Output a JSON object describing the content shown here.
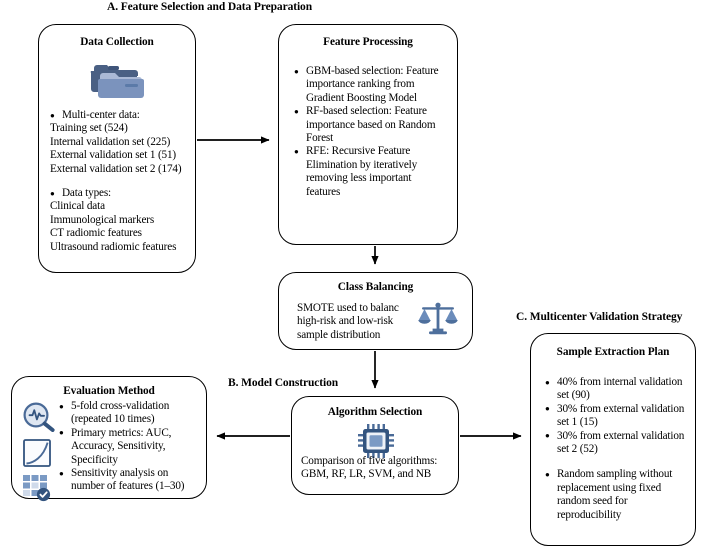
{
  "sections": {
    "a": "A. Feature Selection and Data Preparation",
    "b": "B. Model Construction",
    "c": "C. Multicenter Validation Strategy"
  },
  "data_collection": {
    "title": "Data Collection",
    "icon": "folders-icon",
    "bullet1": "Multi-center data:",
    "lines1": [
      "Training set (524)",
      "Internal validation set (225)",
      "External validation set 1 (51)",
      "External validation set 2 (174)"
    ],
    "bullet2": "Data types:",
    "lines2": [
      "Clinical data",
      "Immunological markers",
      "CT radiomic features",
      "Ultrasound radiomic features"
    ]
  },
  "feature_processing": {
    "title": "Feature Processing",
    "bullets": [
      "GBM-based selection: Feature importance ranking from Gradient Boosting Model",
      "RF-based selection: Feature importance based on Random Forest",
      "RFE: Recursive Feature Elimination by iteratively removing less important features"
    ]
  },
  "class_balancing": {
    "title": "Class Balancing",
    "text": "SMOTE used to balanc high-risk and low-risk sample distribution",
    "icon": "balance-scales-icon"
  },
  "algorithm_selection": {
    "title": "Algorithm Selection",
    "icon": "cpu-chip-icon",
    "text_line1": "Comparison of five algorithms:",
    "text_line2": "GBM, RF, LR, SVM, and NB"
  },
  "evaluation_method": {
    "title": "Evaluation Method",
    "icons": [
      "magnifier-pulse-icon",
      "roc-curve-icon",
      "grid-check-icon"
    ],
    "bullets": [
      "5-fold cross-validation (repeated 10 times)",
      "Primary metrics: AUC, Accuracy, Sensitivity, Specificity",
      "Sensitivity analysis on number of features (1–30)"
    ]
  },
  "sample_extraction": {
    "title": "Sample Extraction Plan",
    "bullets": [
      "40% from internal validation set (90)",
      "30% from external validation set 1 (15)",
      "30% from external validation set 2 (52)"
    ],
    "bullet_last": "Random sampling without replacement using fixed random seed for reproducibility"
  },
  "colors": {
    "icon_dark": "#4a6084",
    "icon_light": "#7b93bd",
    "icon_mid": "#5b7aa8",
    "stroke": "#000000",
    "background": "#ffffff"
  }
}
